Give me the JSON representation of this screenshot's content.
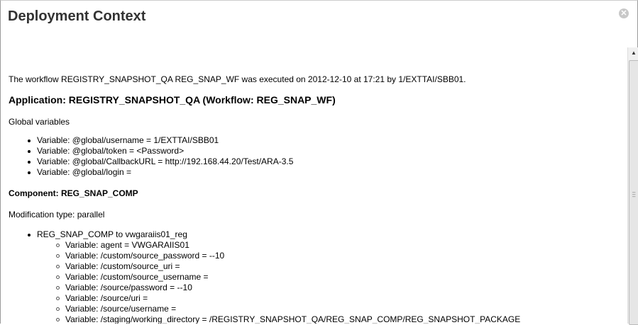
{
  "dialog": {
    "title": "Deployment Context",
    "close_icon": "close-circle-icon"
  },
  "content": {
    "summary": "The workflow REGISTRY_SNAPSHOT_QA REG_SNAP_WF was executed on 2012-12-10 at 17:21 by 1/EXTTAI/SBB01.",
    "application_heading": "Application: REGISTRY_SNAPSHOT_QA (Workflow: REG_SNAP_WF)",
    "global_label": "Global variables",
    "global_variables": [
      "Variable: @global/username = 1/EXTTAI/SBB01",
      "Variable: @global/token = <Password>",
      "Variable: @global/CallbackURL = http://192.168.44.20/Test/ARA-3.5",
      "Variable: @global/login ="
    ],
    "component_heading": "Component: REG_SNAP_COMP",
    "modification": "Modification type: parallel",
    "target": "REG_SNAP_COMP to vwgaraiis01_reg",
    "target_variables": [
      "Variable: agent = VWGARAIIS01",
      "Variable: /custom/source_password = --10",
      "Variable: /custom/source_uri =",
      "Variable: /custom/source_username =",
      "Variable: /source/password = --10",
      "Variable: /source/uri =",
      "Variable: /source/username =",
      "Variable: /staging/working_directory = /REGISTRY_SNAPSHOT_QA/REG_SNAP_COMP/REG_SNAPSHOT_PACKAGE"
    ]
  }
}
